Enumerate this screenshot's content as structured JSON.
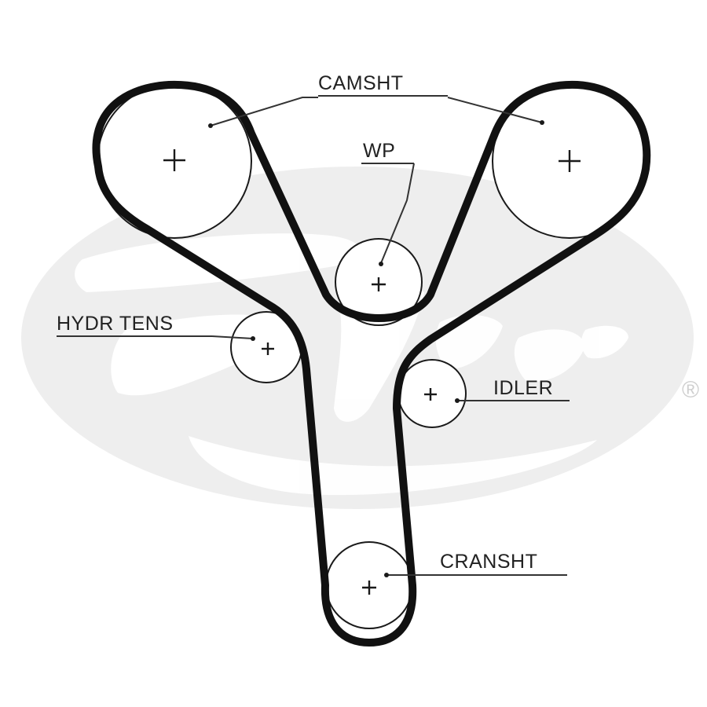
{
  "colors": {
    "background": "#ffffff",
    "watermark": "#eeeeee",
    "belt": "#111111",
    "pulley_outline": "#1a1a1a",
    "label_text": "#222222"
  },
  "watermark": {
    "brand_icon": "gates-logo-watermark",
    "registered_mark": "®"
  },
  "labels": {
    "camshaft": "CAMSHT",
    "water_pump": "WP",
    "hydraulic_tensioner": "HYDR TENS",
    "idler": "IDLER",
    "crankshaft": "CRANSHT"
  }
}
